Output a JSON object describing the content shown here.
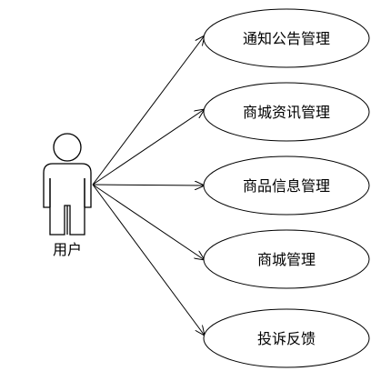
{
  "actor": {
    "label": "用户",
    "icon": "person-icon"
  },
  "use_cases": [
    {
      "label": "通知公告管理"
    },
    {
      "label": "商城资讯管理"
    },
    {
      "label": "商品信息管理"
    },
    {
      "label": "商城管理"
    },
    {
      "label": "投诉反馈"
    }
  ],
  "colors": {
    "stroke": "#000000",
    "background": "#ffffff"
  }
}
